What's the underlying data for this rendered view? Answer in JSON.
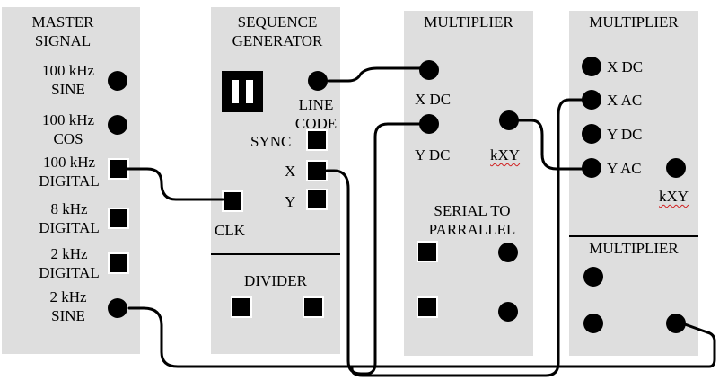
{
  "master_signal": {
    "title_line1": "MASTER",
    "title_line2": "SIGNAL",
    "sine_100k_1": "100 kHz",
    "sine_100k_2": "SINE",
    "cos_100k_1": "100 kHz",
    "cos_100k_2": "COS",
    "digital_100k_1": "100 kHz",
    "digital_100k_2": "DIGITAL",
    "digital_8k_1": "8 kHz",
    "digital_8k_2": "DIGITAL",
    "digital_2k_1": "2 kHz",
    "digital_2k_2": "DIGITAL",
    "sine_2k_1": "2 kHz",
    "sine_2k_2": "SINE"
  },
  "sequence_generator": {
    "title_line1": "SEQUENCE",
    "title_line2": "GENERATOR",
    "line_code_1": "LINE",
    "line_code_2": "CODE",
    "sync": "SYNC",
    "x": "X",
    "y": "Y",
    "clk": "CLK"
  },
  "divider": {
    "title": "DIVIDER"
  },
  "multiplier_1": {
    "title": "MULTIPLIER",
    "x_dc": "X DC",
    "y_dc": "Y DC",
    "kxy": "kXY"
  },
  "serial_to_parallel": {
    "title_line1": "SERIAL TO",
    "title_line2": "PARRALLEL"
  },
  "multiplier_2": {
    "title": "MULTIPLIER",
    "x_dc": "X DC",
    "x_ac": "X AC",
    "y_dc": "Y DC",
    "y_ac": "Y AC",
    "kxy": "kXY"
  },
  "multiplier_3": {
    "title": "MULTIPLIER"
  },
  "colors": {
    "panel": "#dedede",
    "socket": "#000000",
    "wire": "#000000",
    "spellcheck": "#d02020"
  }
}
